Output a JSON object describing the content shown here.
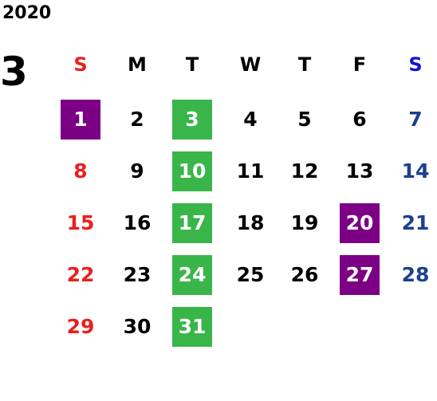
{
  "calendar": {
    "year": "2020",
    "month": "3",
    "weekdays": [
      {
        "label": "S",
        "color": "#e8201c"
      },
      {
        "label": "M",
        "color": "#000000"
      },
      {
        "label": "T",
        "color": "#000000"
      },
      {
        "label": "W",
        "color": "#000000"
      },
      {
        "label": "T",
        "color": "#000000"
      },
      {
        "label": "F",
        "color": "#000000"
      },
      {
        "label": "S",
        "color": "#1414d2"
      }
    ],
    "start_weekday": 0,
    "days": [
      {
        "day": "1",
        "highlight": "purple"
      },
      {
        "day": "2",
        "highlight": "none"
      },
      {
        "day": "3",
        "highlight": "green"
      },
      {
        "day": "4",
        "highlight": "none"
      },
      {
        "day": "5",
        "highlight": "none"
      },
      {
        "day": "6",
        "highlight": "none"
      },
      {
        "day": "7",
        "highlight": "none"
      },
      {
        "day": "8",
        "highlight": "none"
      },
      {
        "day": "9",
        "highlight": "none"
      },
      {
        "day": "10",
        "highlight": "green"
      },
      {
        "day": "11",
        "highlight": "none"
      },
      {
        "day": "12",
        "highlight": "none"
      },
      {
        "day": "13",
        "highlight": "none"
      },
      {
        "day": "14",
        "highlight": "none"
      },
      {
        "day": "15",
        "highlight": "none"
      },
      {
        "day": "16",
        "highlight": "none"
      },
      {
        "day": "17",
        "highlight": "green"
      },
      {
        "day": "18",
        "highlight": "none"
      },
      {
        "day": "19",
        "highlight": "none"
      },
      {
        "day": "20",
        "highlight": "purple"
      },
      {
        "day": "21",
        "highlight": "none"
      },
      {
        "day": "22",
        "highlight": "none"
      },
      {
        "day": "23",
        "highlight": "none"
      },
      {
        "day": "24",
        "highlight": "green"
      },
      {
        "day": "25",
        "highlight": "none"
      },
      {
        "day": "26",
        "highlight": "none"
      },
      {
        "day": "27",
        "highlight": "purple"
      },
      {
        "day": "28",
        "highlight": "none"
      },
      {
        "day": "29",
        "highlight": "none"
      },
      {
        "day": "30",
        "highlight": "none"
      },
      {
        "day": "31",
        "highlight": "green"
      }
    ]
  },
  "colors": {
    "sunday_text": "#e8201c",
    "saturday_text": "#1c3f8f",
    "weekday_text": "#000000",
    "highlight_text": "#ffffff",
    "green_highlight": "#3ab54a",
    "purple_highlight": "#7b0084"
  }
}
